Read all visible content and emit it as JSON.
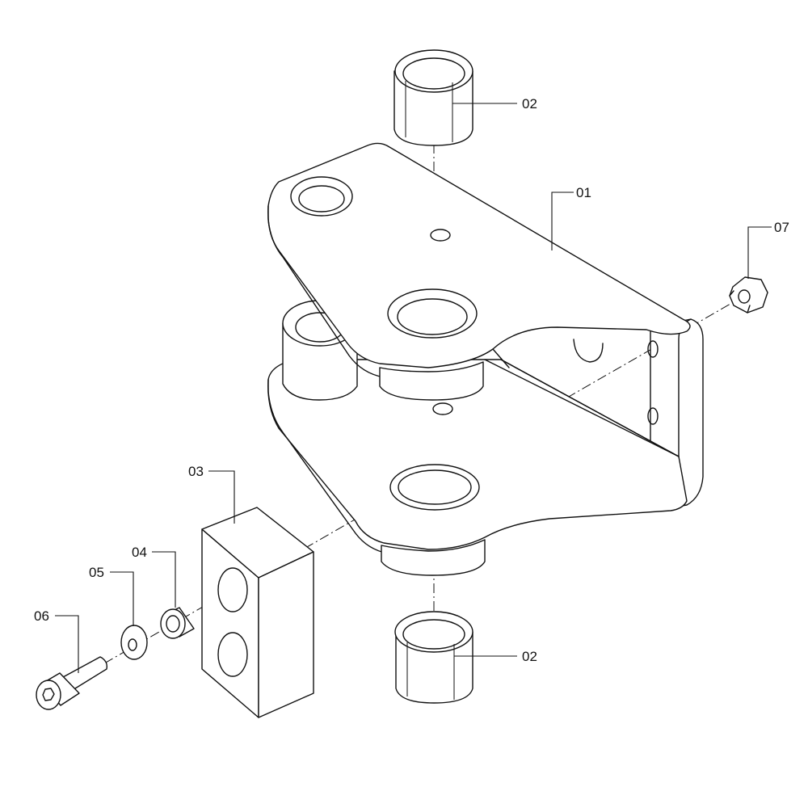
{
  "callouts": [
    {
      "id": "01",
      "text": "01"
    },
    {
      "id": "02-top",
      "text": "02"
    },
    {
      "id": "02-bottom",
      "text": "02"
    },
    {
      "id": "03",
      "text": "03"
    },
    {
      "id": "04",
      "text": "04"
    },
    {
      "id": "05",
      "text": "05"
    },
    {
      "id": "06",
      "text": "06"
    },
    {
      "id": "07",
      "text": "07"
    }
  ],
  "colors": {
    "line": "#111111",
    "background": "#ffffff"
  }
}
